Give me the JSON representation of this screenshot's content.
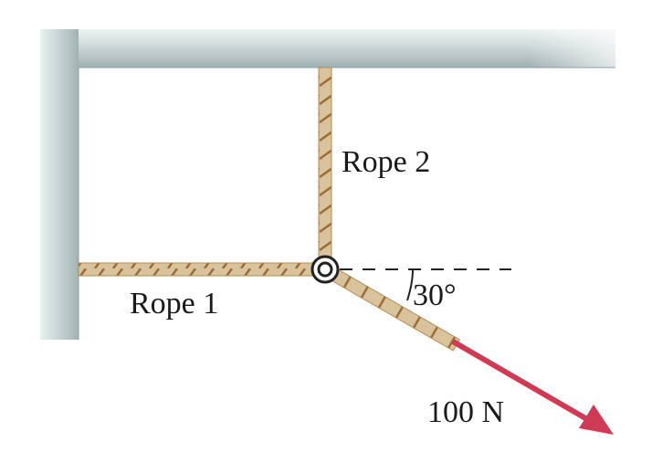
{
  "labels": {
    "rope1": "Rope 1",
    "rope2": "Rope 2",
    "angle": "30°",
    "force": "100 N"
  },
  "colors": {
    "wall": "#aab9b9",
    "wall_light": "#e3ebeb",
    "rope_fill": "#d9c39c",
    "rope_stripe": "#9a6a35",
    "ring": "#222222",
    "dashed_line": "#222222",
    "force_arrow": "#cf3a55"
  },
  "geometry_data": {
    "rope3_angle_below_horizontal_deg": 30,
    "applied_force_newtons": 100
  }
}
